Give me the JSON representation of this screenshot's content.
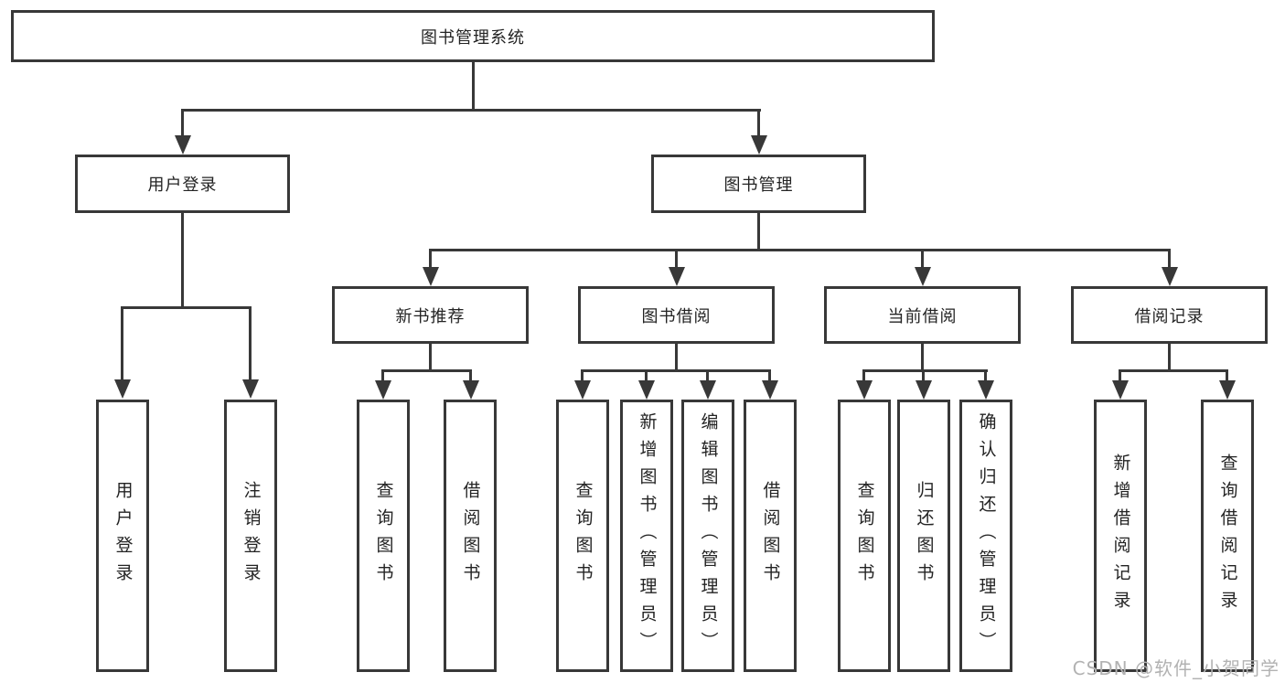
{
  "diagram": {
    "root": "图书管理系统",
    "level2": [
      "用户登录",
      "图书管理"
    ],
    "level3": [
      "新书推荐",
      "图书借阅",
      "当前借阅",
      "借阅记录"
    ],
    "groups": {
      "user_login": [
        "用户登录",
        "注销登录"
      ],
      "new_book_recommend": [
        "查询图书",
        "借阅图书"
      ],
      "book_borrow": [
        "查询图书",
        "新增图书（管理员）",
        "编辑图书（管理员）",
        "借阅图书"
      ],
      "current_borrow": [
        "查询图书",
        "归还图书",
        "确认归还（管理员）"
      ],
      "borrow_record": [
        "新增借阅记录",
        "查询借阅记录"
      ]
    }
  },
  "watermark": "CSDN @软件_小贺同学",
  "colors": {
    "line": "#383838",
    "text": "#232323",
    "watermark": "#b2b2b2",
    "background": "#ffffff"
  }
}
